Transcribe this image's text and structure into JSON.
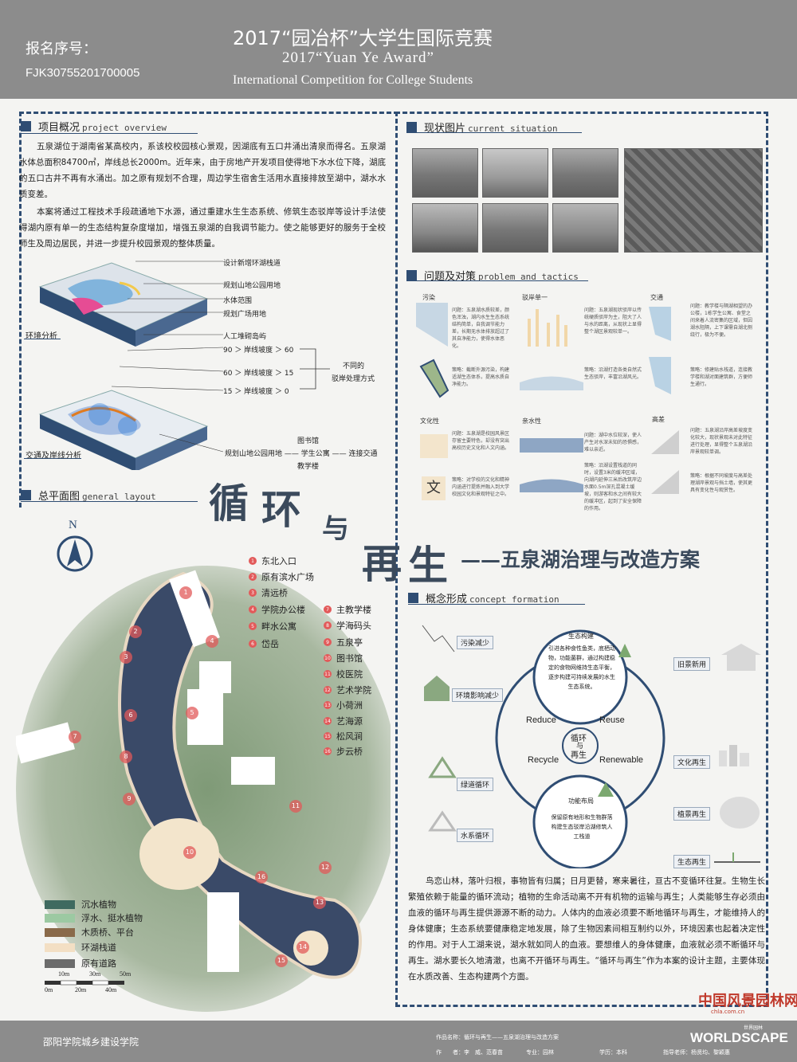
{
  "header": {
    "reg_label": "报名序号：",
    "reg_number": "FJK30755201700005",
    "title_cn": "2017“园冶杯”大学生国际竞赛",
    "title_en": "2017“Yuan Ye Award”",
    "subtitle_en": "International Competition for College Students"
  },
  "overview": {
    "title_cn": "项目概况",
    "title_en": "project overview",
    "p1": "五泉湖位于湖南省某高校内，系该校校园核心景观，因湖底有五口井涌出清泉而得名。五泉湖水体总面积84700㎡，岸线总长2000m。近年来，由于房地产开发项目使得地下水水位下降，湖底的五口古井不再有水涌出。加之原有规划不合理，周边学生宿舍生活用水直接排放至湖中，湖水水质变差。",
    "p2": "本案将通过工程技术手段疏通地下水源，通过重建水生生态系统、修筑生态驳岸等设计手法使得湖内原有单一的生态结构复杂度增加，增强五泉湖的自我调节能力。使之能够更好的服务于全校师生及周边居民，并进一步提升校园景观的整体质量。"
  },
  "analysis": {
    "env_label": "环境分析",
    "traffic_label": "交通及岸线分析",
    "l1": "设计新增环湖栈道",
    "l2": "规划山地公园用地",
    "l3": "水体范围",
    "l4": "规划广场用地",
    "l5": "人工堆砌岛屿",
    "l6": "90 ＞ 岸线坡度 ＞ 60",
    "l7": "60 ＞ 岸线坡度 ＞ 15",
    "l8": "15 ＞ 岸线坡度 ＞ 0",
    "l9": "不同的",
    "l10": "驳岸处理方式",
    "l11": "图书馆",
    "l12": "规划山地公园用地 —— 学生公寓 —— 连接交通",
    "l13": "教学楼"
  },
  "status": {
    "title_cn": "现状图片",
    "title_en": "current situation"
  },
  "problems": {
    "title_cn": "问题及对策",
    "title_en": "problem and tactics",
    "items": [
      {
        "title": "污染",
        "problem": "问题：五泉湖水质较差，颜色浑浊，湖内水生生态系统结构简单，自我调节能力差，长期无水体排放超过了其自净能力，使得水体恶化。",
        "strategy": "策略：截断外源污染，构建适湖生态体系，提高水质自净能力。"
      },
      {
        "title": "驳岸单一",
        "problem": "问题：五泉湖现状驳岸以传统硬质驳岸为主，阻大了人与水的距离，从现状上显得整个湖区景观较单一。",
        "strategy": "策略：沿湖打造各类自然式生态驳岸，丰富沿湖风光。"
      },
      {
        "title": "交通",
        "problem": "问题：教学楼与隔湖相望的办公楼，1栋学生公寓、食堂之间来着人流密集的区域，但因湖水阻隔，上下课需自湖北侧绕行，极为不便。",
        "strategy": "策略：修建贴水栈道，连接教学楼和湖对面建筑群，方便师生通行。"
      },
      {
        "title": "文化性",
        "problem": "问题：五泉湖是校园风景区存留主要特色，却没有突出高校历史文化和人文内涵。",
        "strategy": "策略：对学校的文化和精神内涵进行提炼并融入到大学校园文化和景观特征之中。"
      },
      {
        "title": "亲水性",
        "problem": "问题：湖中水位较深，使人产生对水深未知的恐惧感，难以亲近。",
        "strategy": "策略：沿湖设置栈道的同时，设置3米的缓冲区域，向湖内延伸三米后改筑岸边水面0.5m深孔混凝土缓坡，则游客和水之间有较大的缓冲区，起到了安全保障的作用。"
      },
      {
        "title": "高差",
        "problem": "问题：五泉湖沿岸高差坡度变化较大，现状景观未对此特征进行处理，显得整个五泉湖沿岸景观较单调。",
        "strategy": "策略：根据不同坡度与高差处理湖岸景观与挡土墙，使其更具有变化性与观赏性。"
      }
    ],
    "icon_wen": "文"
  },
  "general": {
    "title_cn": "总平面图",
    "title_en": "general layout",
    "north": "N"
  },
  "main_title": {
    "c1": "循",
    "c2": "环",
    "c3": "与",
    "c4": "再",
    "c5": "生",
    "sub": "——五泉湖治理与改造方案"
  },
  "places": [
    "东北入口",
    "原有滨水广场",
    "清远桥",
    "学院办公楼",
    "畔水公寓",
    "岱岳",
    "主教学楼",
    "学海码头",
    "五泉亭",
    "图书馆",
    "校医院",
    "艺术学院",
    "小荷洲",
    "艺海源",
    "松风涧",
    "步云桥"
  ],
  "place_nums": [
    "1",
    "2",
    "3",
    "4",
    "5",
    "6",
    "7",
    "8",
    "9",
    "10",
    "11",
    "12",
    "13",
    "14",
    "15",
    "16"
  ],
  "legend": {
    "items": [
      {
        "name": "沉水植物",
        "color": "#3f6a60"
      },
      {
        "name": "浮水、挺水植物",
        "color": "#9cc9a2"
      },
      {
        "name": "木质桥、平台",
        "color": "#8a6a4a"
      },
      {
        "name": "环湖栈道",
        "color": "#f3dfc4"
      },
      {
        "name": "原有道路",
        "color": "#6b6b6b"
      }
    ]
  },
  "scale": {
    "s1": "10m",
    "s2": "30m",
    "s3": "50m",
    "b1": "0m",
    "b2": "20m",
    "b3": "40m"
  },
  "concept": {
    "title_cn": "概念形成",
    "title_en": "concept formation",
    "left": [
      "污染减少",
      "环境影响减少",
      "绿道循环",
      "水系循环"
    ],
    "right": [
      "旧景新用",
      "文化再生",
      "植景再生",
      "生态再生"
    ],
    "eco_title": "生态构建",
    "eco_text": "引进各种食性鱼类，底栖动物，功能菌群，通过构建稳定的食物网维持生态平衡，逐步构建可持续发展的水生生态系统。",
    "func_title": "功能布局",
    "func_text": "保留原有地形和生物群落构建生态驳岸沿湖修筑人工栈道",
    "reduce": "Reduce",
    "reuse": "Reuse",
    "recycle": "Recycle",
    "renewable": "Renewable",
    "center1": "循环",
    "center2": "与",
    "center3": "再生",
    "text": "鸟恋山林，落叶归根，事物皆有归属；日月更替，寒来暑往，亘古不变循环往复。生物生长繁殖依赖于能量的循环流动；植物的生命活动离不开有机物的运输与再生；人类能够生存必须由血液的循环与再生提供源源不断的动力。人体内的血液必须要不断地循环与再生，才能维持人的身体健康；生态系统要健康稳定地发展，除了生物因素间相互制约以外，环境因素也起着决定性的作用。对于人工湖来说，湖水就如同人的血液。要想维人的身体健康，血液就必须不断循环与再生。湖水要长久地清澈，也离不开循环与再生。“循环与再生”作为本案的设计主题，主要体现在水质改善、生态构建两个方面。"
  },
  "footer": {
    "school": "邵阳学院城乡建设学院",
    "work": "作品名称：循环与再生——五泉湖治理与改造方案",
    "author": "作　　者：李　威、范春苗",
    "major": "专业：园林",
    "degree": "学历：本科",
    "advisor": "指导老师：杨贤均、黎颖惠",
    "logo1": "中国风景园林网",
    "logo1_sub": "chla.com.cn",
    "logo2": "WORLDSCAPE",
    "logo2_sub": "世界园林"
  }
}
